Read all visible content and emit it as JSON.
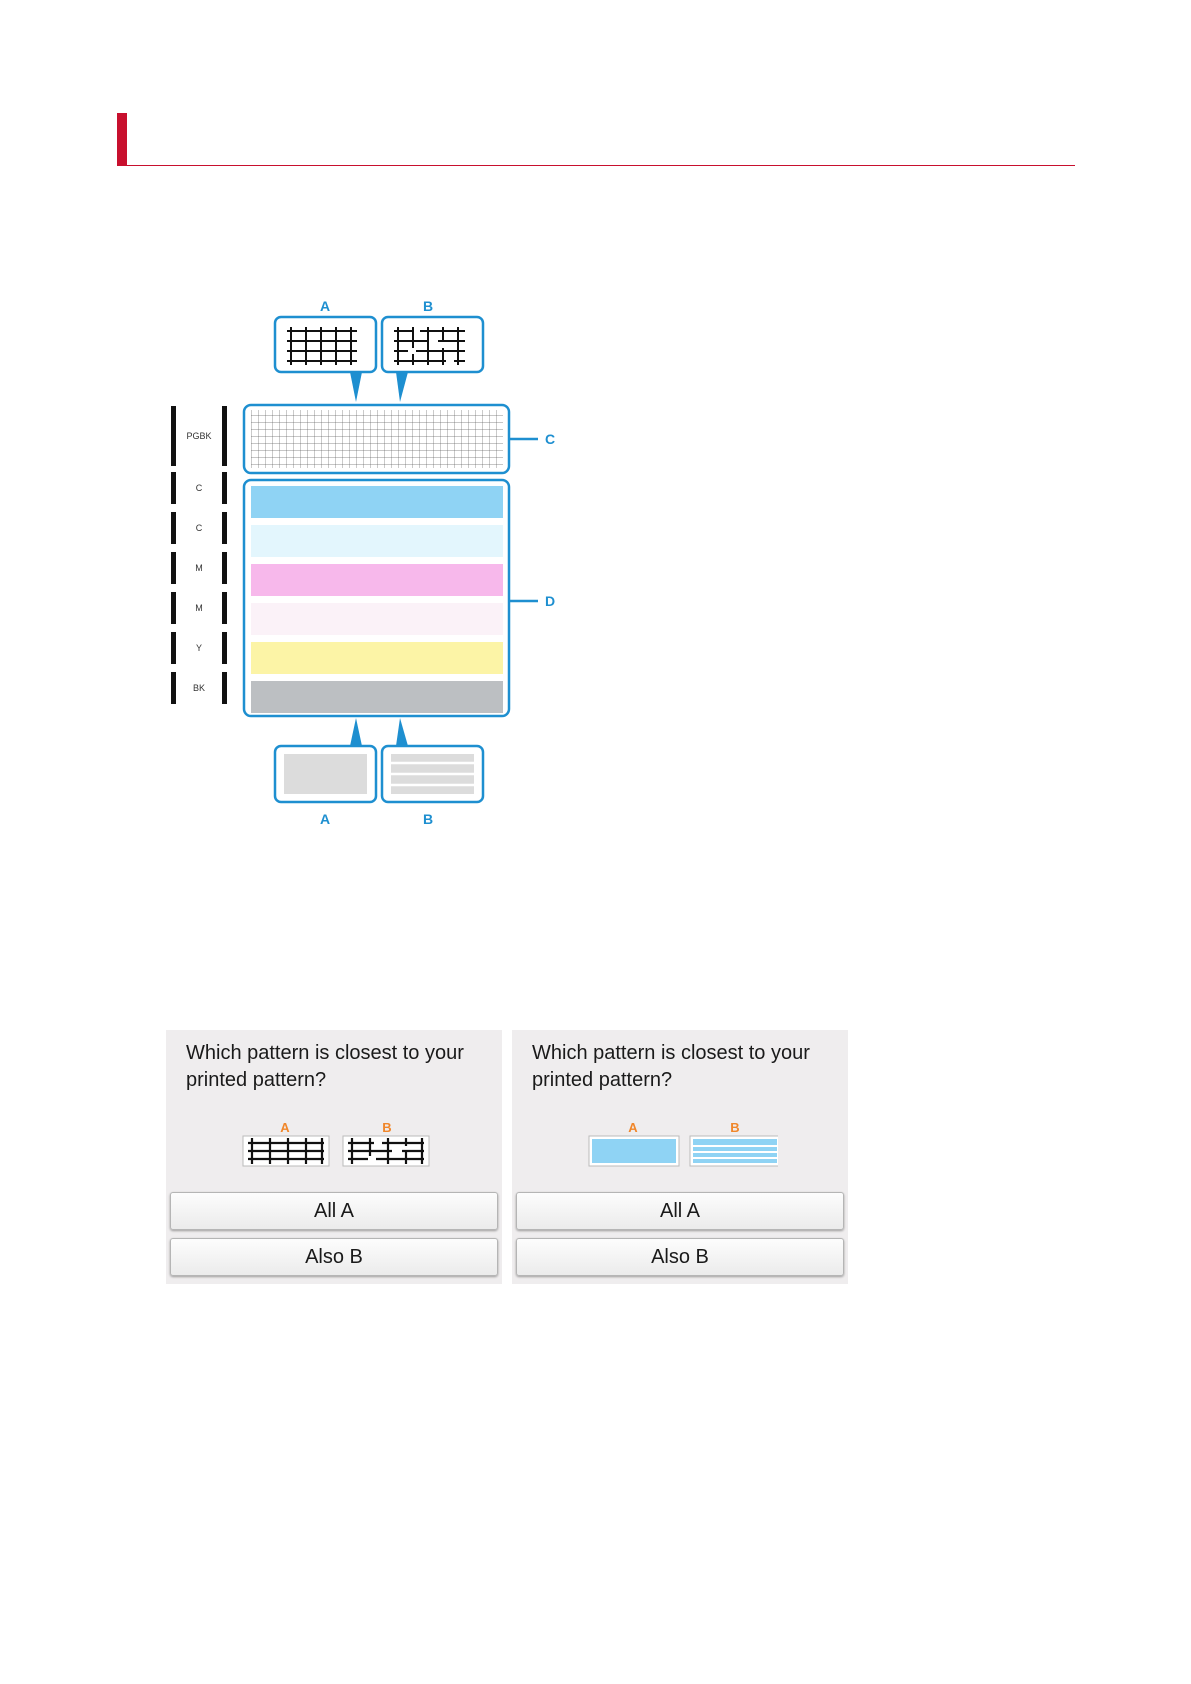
{
  "figure": {
    "top_callout_labels": [
      "A",
      "B"
    ],
    "bottom_callout_labels": [
      "A",
      "B"
    ],
    "region_labels": [
      "C",
      "D"
    ],
    "nozzle_rows": [
      "PGBK",
      "C",
      "C",
      "M",
      "M",
      "Y",
      "BK"
    ],
    "band_colors": [
      "#8fd3f4",
      "#e3f6fd",
      "#f7b8eb",
      "#fbf2f8",
      "#fcf4a6",
      "#bcbfc2"
    ],
    "accent_color": "#1e8fd0"
  },
  "screens": [
    {
      "prompt": "Which pattern is closest to your printed pattern?",
      "option_a_label": "A",
      "option_b_label": "B",
      "buttons": [
        "All A",
        "Also B"
      ]
    },
    {
      "prompt": "Which pattern is closest to your printed pattern?",
      "option_a_label": "A",
      "option_b_label": "B",
      "buttons": [
        "All A",
        "Also B"
      ]
    }
  ],
  "colors": {
    "header_accent": "#c8102e",
    "option_label": "#f0872b",
    "sample_blue": "#8fd3f4"
  }
}
